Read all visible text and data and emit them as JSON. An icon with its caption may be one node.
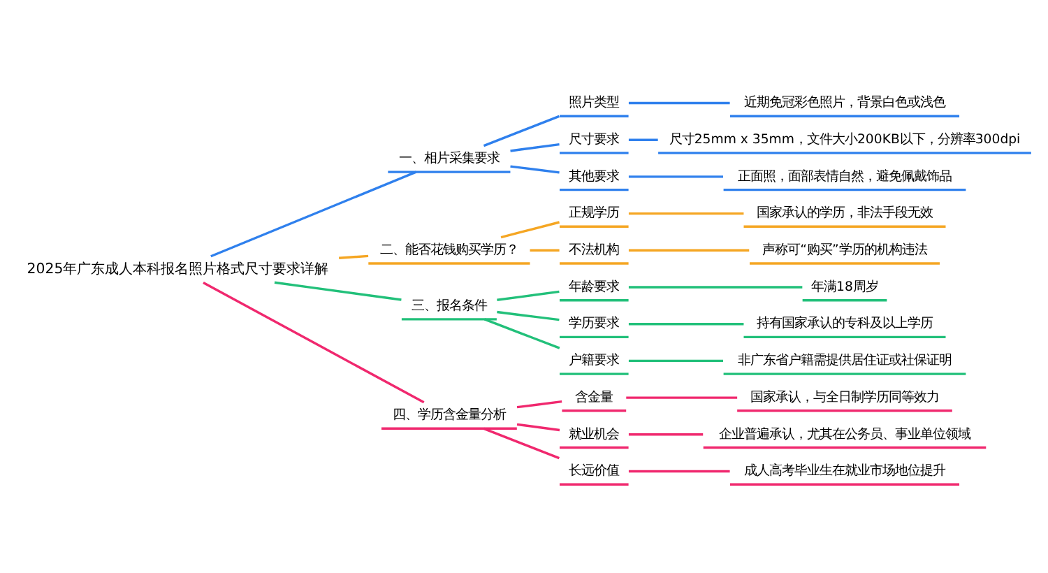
{
  "diagram": {
    "nodes": [
      {
        "text": [
          "2025年广东成人本科报名照片格式尺寸要求详解"
        ]
      },
      {
        "text": [
          "一、相片采集要求"
        ]
      },
      {
        "text": [
          "照片类型"
        ]
      },
      {
        "text": [
          "近期免冠彩色照片，背景白色或浅色"
        ]
      },
      {
        "text": [
          "尺寸要求"
        ]
      },
      {
        "text": [
          "尺寸25mm x 35mm，文件大小200KB以下，分辨率300dpi"
        ]
      },
      {
        "text": [
          "其他要求"
        ]
      },
      {
        "text": [
          "正面照，面部表情自然，避免佩戴饰品"
        ]
      },
      {
        "text": [
          "二、能否花钱购买学历？"
        ]
      },
      {
        "text": [
          "正规学历"
        ]
      },
      {
        "text": [
          "国家承认的学历，非法手段无效"
        ]
      },
      {
        "text": [
          "不法机构"
        ]
      },
      {
        "text": [
          "声称可“购买”学历的机构违法"
        ]
      },
      {
        "text": [
          "三、报名条件"
        ]
      },
      {
        "text": [
          "年龄要求"
        ]
      },
      {
        "text": [
          "年满18周岁"
        ]
      },
      {
        "text": [
          "学历要求"
        ]
      },
      {
        "text": [
          "持有国家承认的专科及以上学历"
        ]
      },
      {
        "text": [
          "户籍要求"
        ]
      },
      {
        "text": [
          "非广东省户籍需提供居住证或社保证明"
        ]
      },
      {
        "text": [
          "四、学历含金量分析"
        ]
      },
      {
        "text": [
          "含金量"
        ]
      },
      {
        "text": [
          "国家承认，与全日制学历同等效力"
        ]
      },
      {
        "text": [
          "就业机会"
        ]
      },
      {
        "text": [
          "企业普遍承认，尤其在公务员、事业单位领域"
        ]
      },
      {
        "text": [
          "长远价值"
        ]
      },
      {
        "text": [
          "成人高考毕业生在就业市场地位提升"
        ]
      }
    ],
    "edges": [
      {
        "from": 0,
        "to": 1,
        "arrow": "none",
        "color": "#2f80ed"
      },
      {
        "from": 1,
        "to": 2,
        "arrow": "none",
        "color": "#2f80ed"
      },
      {
        "from": 2,
        "to": 3,
        "arrow": "none",
        "color": "#2f80ed"
      },
      {
        "from": 1,
        "to": 4,
        "arrow": "none",
        "color": "#2f80ed"
      },
      {
        "from": 4,
        "to": 5,
        "arrow": "none",
        "color": "#2f80ed"
      },
      {
        "from": 1,
        "to": 6,
        "arrow": "none",
        "color": "#2f80ed"
      },
      {
        "from": 6,
        "to": 7,
        "arrow": "none",
        "color": "#2f80ed"
      },
      {
        "from": 0,
        "to": 8,
        "arrow": "none",
        "color": "#f5a623"
      },
      {
        "from": 8,
        "to": 9,
        "arrow": "none",
        "color": "#f5a623"
      },
      {
        "from": 9,
        "to": 10,
        "arrow": "none",
        "color": "#f5a623"
      },
      {
        "from": 8,
        "to": 11,
        "arrow": "none",
        "color": "#f5a623"
      },
      {
        "from": 11,
        "to": 12,
        "arrow": "none",
        "color": "#f5a623"
      },
      {
        "from": 0,
        "to": 13,
        "arrow": "none",
        "color": "#22c07a"
      },
      {
        "from": 13,
        "to": 14,
        "arrow": "none",
        "color": "#22c07a"
      },
      {
        "from": 14,
        "to": 15,
        "arrow": "none",
        "color": "#22c07a"
      },
      {
        "from": 13,
        "to": 16,
        "arrow": "none",
        "color": "#22c07a"
      },
      {
        "from": 16,
        "to": 17,
        "arrow": "none",
        "color": "#22c07a"
      },
      {
        "from": 13,
        "to": 18,
        "arrow": "none",
        "color": "#22c07a"
      },
      {
        "from": 18,
        "to": 19,
        "arrow": "none",
        "color": "#22c07a"
      },
      {
        "from": 0,
        "to": 20,
        "arrow": "none",
        "color": "#f0286e"
      },
      {
        "from": 20,
        "to": 21,
        "arrow": "none",
        "color": "#f0286e"
      },
      {
        "from": 21,
        "to": 22,
        "arrow": "none",
        "color": "#f0286e"
      },
      {
        "from": 20,
        "to": 23,
        "arrow": "none",
        "color": "#f0286e"
      },
      {
        "from": 23,
        "to": 24,
        "arrow": "none",
        "color": "#f0286e"
      },
      {
        "from": 20,
        "to": 25,
        "arrow": "none",
        "color": "#f0286e"
      },
      {
        "from": 25,
        "to": 26,
        "arrow": "none",
        "color": "#f0286e"
      }
    ]
  }
}
